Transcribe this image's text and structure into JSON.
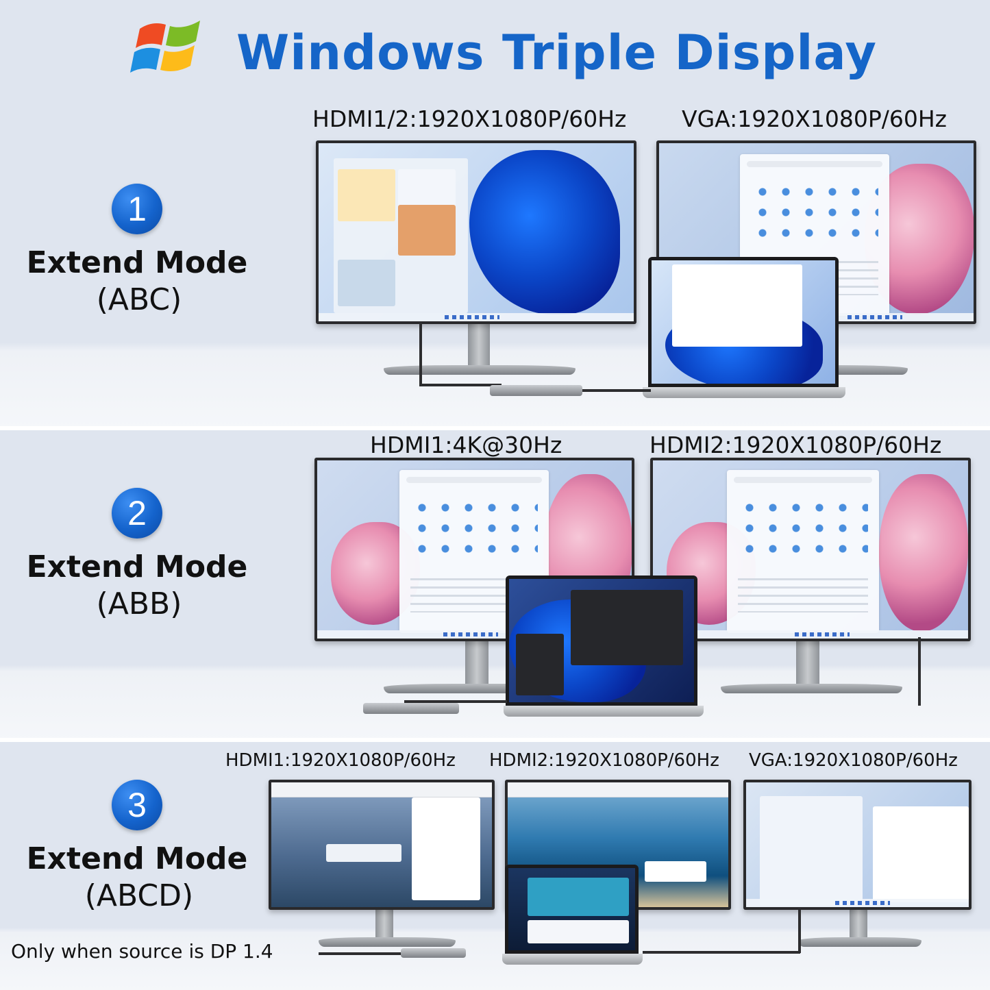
{
  "title": "Windows Triple Display",
  "colors": {
    "accent": "#1565c8",
    "badge": "#1463cc",
    "background": "#dde3ee"
  },
  "logo": "windows-logo-icon",
  "modes": [
    {
      "number": "1",
      "title": "Extend Mode",
      "subtitle": "(ABC)",
      "labels": [
        "HDMI1/2:1920X1080P/60Hz",
        "VGA:1920X1080P/60Hz"
      ]
    },
    {
      "number": "2",
      "title": "Extend Mode",
      "subtitle": "(ABB)",
      "labels": [
        "HDMI1:4K@30Hz",
        "HDMI2:1920X1080P/60Hz"
      ]
    },
    {
      "number": "3",
      "title": "Extend Mode",
      "subtitle": "(ABCD)",
      "labels": [
        "HDMI1:1920X1080P/60Hz",
        "HDMI2:1920X1080P/60Hz",
        "VGA:1920X1080P/60Hz"
      ]
    }
  ],
  "footnote": "Only when source is DP 1.4"
}
